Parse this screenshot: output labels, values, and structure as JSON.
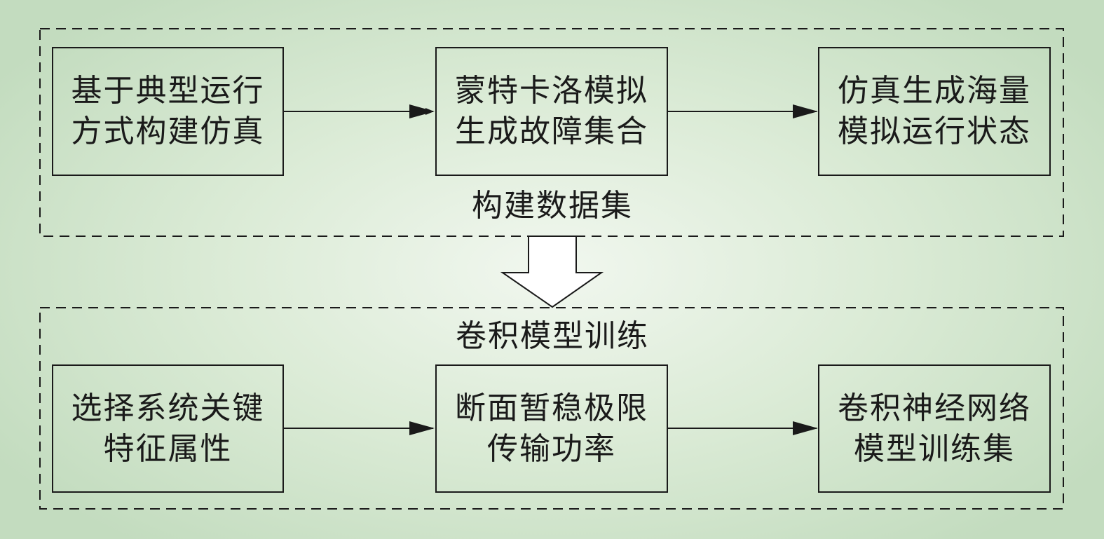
{
  "groups": {
    "top": {
      "label": "构建数据集",
      "boxes": [
        {
          "line1": "基于典型运行",
          "line2": "方式构建仿真"
        },
        {
          "line1": "蒙特卡洛模拟",
          "line2": "生成故障集合"
        },
        {
          "line1": "仿真生成海量",
          "line2": "模拟运行状态"
        }
      ]
    },
    "bottom": {
      "label": "卷积模型训练",
      "boxes": [
        {
          "line1": "选择系统关键",
          "line2": "特征属性"
        },
        {
          "line1": "断面暂稳极限",
          "line2": "传输功率"
        },
        {
          "line1": "卷积神经网络",
          "line2": "模型训练集"
        }
      ]
    }
  },
  "colors": {
    "stroke": "#1a1a1a",
    "background": "#dbebd6"
  }
}
